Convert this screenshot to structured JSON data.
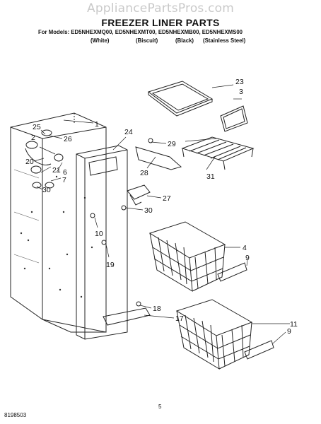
{
  "watermark": "AppliancePartsPros.com",
  "title": "FREEZER LINER PARTS",
  "models_line": "For Models: ED5NHEXMQ00, ED5NHEXMT00, ED5NHEXMB00, ED5NHEXMS00",
  "colors": [
    "(White)",
    "(Biscuit)",
    "(Black)",
    "(Stainless Steel)"
  ],
  "callouts": [
    "1",
    "25",
    "26",
    "2",
    "20",
    "21",
    "6",
    "7",
    "30",
    "24",
    "29",
    "28",
    "23",
    "3",
    "31",
    "27",
    "30",
    "10",
    "19",
    "4",
    "9",
    "18",
    "17",
    "11",
    "9"
  ],
  "page_number": "5",
  "doc_number": "8198503"
}
